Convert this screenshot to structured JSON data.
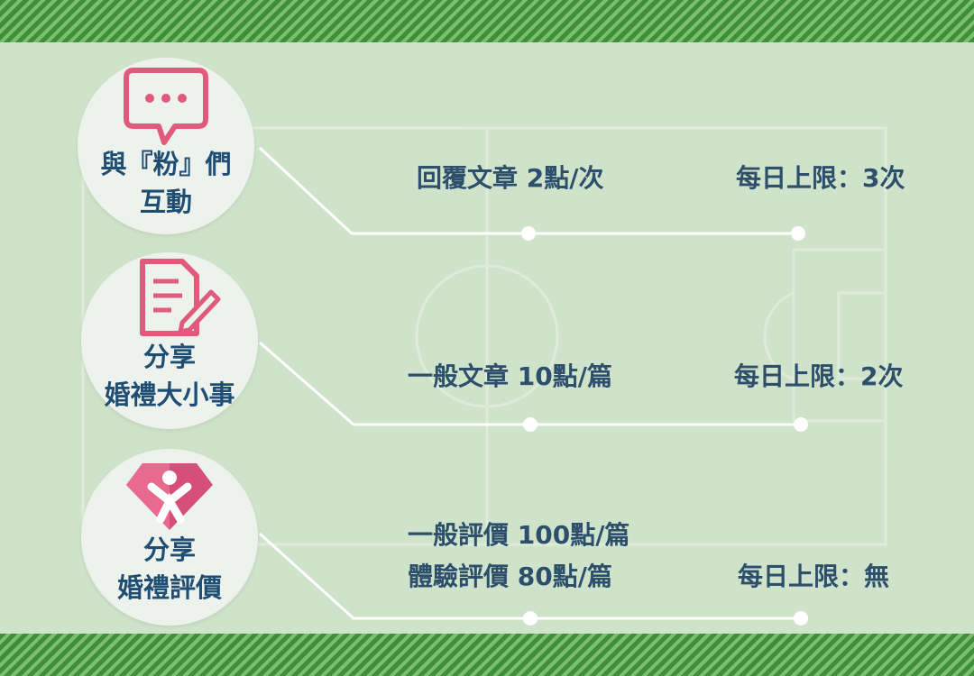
{
  "rows": [
    {
      "icon": "speech-bubble-icon",
      "label_line1": "與『粉』們",
      "label_line2": "互動",
      "points_text": "回覆文章  2點/次",
      "limit_text": "每日上限：3次"
    },
    {
      "icon": "document-pencil-icon",
      "label_line1": "分享",
      "label_line2": "婚禮大小事",
      "points_text": "一般文章  10點/篇",
      "limit_text": "每日上限：2次"
    },
    {
      "icon": "diamond-icon",
      "label_line1": "分享",
      "label_line2": "婚禮評價",
      "points_text_1": "一般評價  100點/篇",
      "points_text_2": "體驗評價  80點/篇",
      "limit_text": "每日上限：無"
    }
  ],
  "colors": {
    "background": "#cfe3ca",
    "stripe_dark": "#3f8f3a",
    "stripe_light": "#7cbf6e",
    "circle": "#eef2ec",
    "label": "#1f4e74",
    "text": "#2d4f6c",
    "icon_pink": "#e05a7c"
  }
}
